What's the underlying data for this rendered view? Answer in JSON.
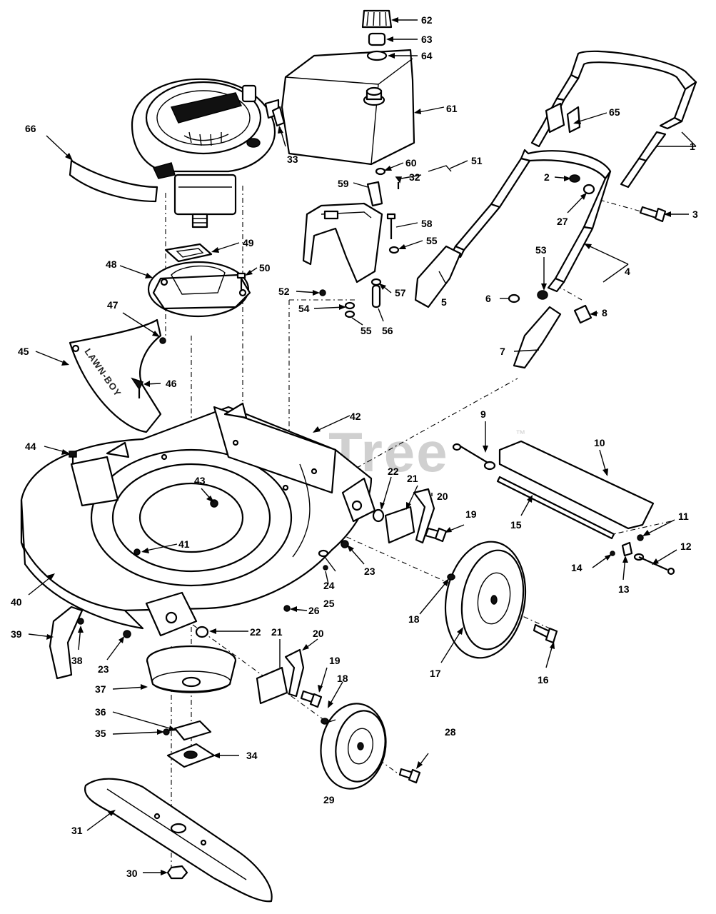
{
  "watermark": {
    "text": "PartsTree",
    "trademark": "™"
  },
  "deck_brand": "LAWN-BOY",
  "colors": {
    "line": "#000000",
    "watermark": "#d0d0d0",
    "background": "#ffffff"
  },
  "callouts": [
    {
      "id": "1",
      "label": "1"
    },
    {
      "id": "2",
      "label": "2"
    },
    {
      "id": "3",
      "label": "3"
    },
    {
      "id": "4",
      "label": "4"
    },
    {
      "id": "5",
      "label": "5"
    },
    {
      "id": "6",
      "label": "6"
    },
    {
      "id": "7",
      "label": "7"
    },
    {
      "id": "8",
      "label": "8"
    },
    {
      "id": "9",
      "label": "9"
    },
    {
      "id": "10",
      "label": "10"
    },
    {
      "id": "11",
      "label": "11"
    },
    {
      "id": "12",
      "label": "12"
    },
    {
      "id": "13",
      "label": "13"
    },
    {
      "id": "14",
      "label": "14"
    },
    {
      "id": "15",
      "label": "15"
    },
    {
      "id": "16",
      "label": "16"
    },
    {
      "id": "17",
      "label": "17"
    },
    {
      "id": "18a",
      "label": "18"
    },
    {
      "id": "18b",
      "label": "18"
    },
    {
      "id": "19a",
      "label": "19"
    },
    {
      "id": "19b",
      "label": "19"
    },
    {
      "id": "20a",
      "label": "20"
    },
    {
      "id": "20b",
      "label": "20"
    },
    {
      "id": "21a",
      "label": "21"
    },
    {
      "id": "21b",
      "label": "21"
    },
    {
      "id": "22a",
      "label": "22"
    },
    {
      "id": "22b",
      "label": "22"
    },
    {
      "id": "23a",
      "label": "23"
    },
    {
      "id": "23b",
      "label": "23"
    },
    {
      "id": "24",
      "label": "24"
    },
    {
      "id": "25",
      "label": "25"
    },
    {
      "id": "26",
      "label": "26"
    },
    {
      "id": "27",
      "label": "27"
    },
    {
      "id": "28",
      "label": "28"
    },
    {
      "id": "29",
      "label": "29"
    },
    {
      "id": "30",
      "label": "30"
    },
    {
      "id": "31",
      "label": "31"
    },
    {
      "id": "32",
      "label": "32"
    },
    {
      "id": "33",
      "label": "33"
    },
    {
      "id": "34",
      "label": "34"
    },
    {
      "id": "35",
      "label": "35"
    },
    {
      "id": "36",
      "label": "36"
    },
    {
      "id": "37",
      "label": "37"
    },
    {
      "id": "38",
      "label": "38"
    },
    {
      "id": "39",
      "label": "39"
    },
    {
      "id": "40",
      "label": "40"
    },
    {
      "id": "41",
      "label": "41"
    },
    {
      "id": "42",
      "label": "42"
    },
    {
      "id": "43",
      "label": "43"
    },
    {
      "id": "44",
      "label": "44"
    },
    {
      "id": "45",
      "label": "45"
    },
    {
      "id": "46",
      "label": "46"
    },
    {
      "id": "47",
      "label": "47"
    },
    {
      "id": "48",
      "label": "48"
    },
    {
      "id": "49",
      "label": "49"
    },
    {
      "id": "50",
      "label": "50"
    },
    {
      "id": "51",
      "label": "51"
    },
    {
      "id": "52",
      "label": "52"
    },
    {
      "id": "53",
      "label": "53"
    },
    {
      "id": "54",
      "label": "54"
    },
    {
      "id": "55a",
      "label": "55"
    },
    {
      "id": "55b",
      "label": "55"
    },
    {
      "id": "56",
      "label": "56"
    },
    {
      "id": "57",
      "label": "57"
    },
    {
      "id": "58",
      "label": "58"
    },
    {
      "id": "59",
      "label": "59"
    },
    {
      "id": "60",
      "label": "60"
    },
    {
      "id": "61",
      "label": "61"
    },
    {
      "id": "62",
      "label": "62"
    },
    {
      "id": "63",
      "label": "63"
    },
    {
      "id": "64",
      "label": "64"
    },
    {
      "id": "65",
      "label": "65"
    },
    {
      "id": "66",
      "label": "66"
    }
  ]
}
